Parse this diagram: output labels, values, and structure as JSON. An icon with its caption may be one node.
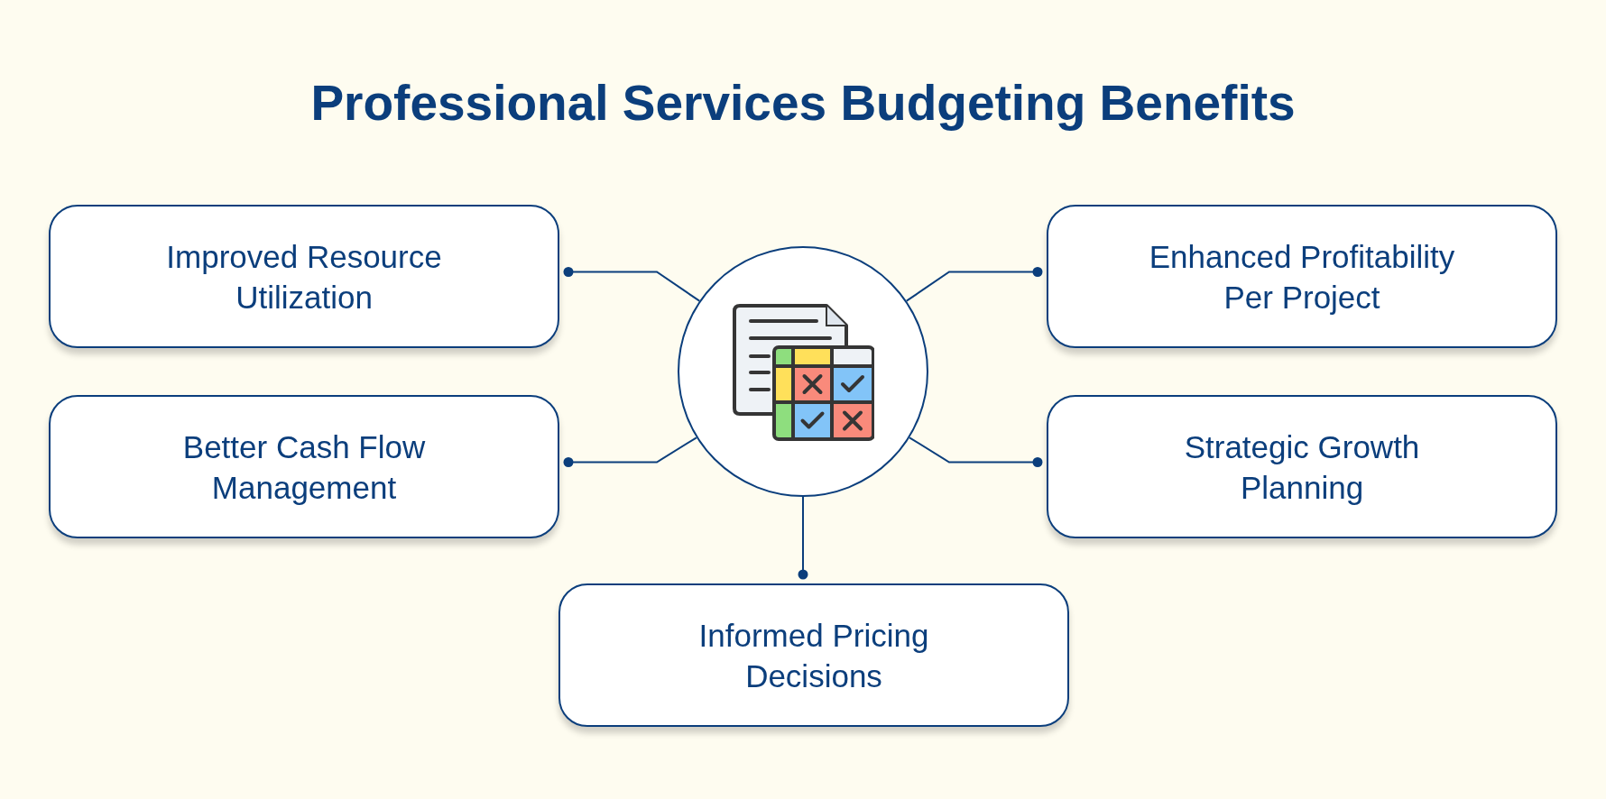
{
  "diagram": {
    "title": "Professional Services Budgeting Benefits",
    "nodes": [
      {
        "text": [
          "Improved Resource Utilization"
        ]
      },
      {
        "text": [
          "Enhanced Profitability Per Project"
        ]
      },
      {
        "text": [],
        "shape": "circle"
      },
      {
        "text": [
          "Better Cash Flow Management"
        ]
      },
      {
        "text": [
          "Strategic Growth Planning"
        ]
      },
      {
        "text": [
          "Informed Pricing Decisions"
        ]
      }
    ],
    "edges": [
      {
        "from": 2,
        "to": 0,
        "arrow": "other"
      },
      {
        "from": 2,
        "to": 1,
        "arrow": "other"
      },
      {
        "from": 2,
        "to": 3,
        "arrow": "other"
      },
      {
        "from": 2,
        "to": 4,
        "arrow": "other"
      },
      {
        "from": 2,
        "to": 5,
        "arrow": "other"
      }
    ]
  }
}
